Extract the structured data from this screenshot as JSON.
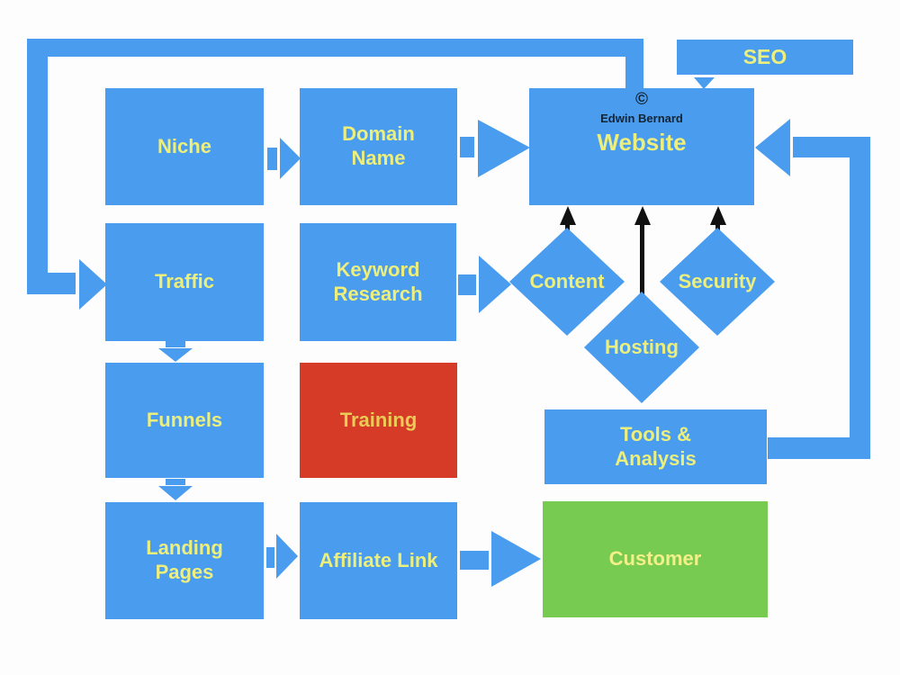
{
  "nodes": {
    "niche": {
      "label": "Niche"
    },
    "domain_name": {
      "label": "Domain Name"
    },
    "website": {
      "copyright": "©",
      "author": "Edwin Bernard",
      "label": "Website"
    },
    "seo": {
      "label": "SEO"
    },
    "traffic": {
      "label": "Traffic"
    },
    "keyword_research": {
      "label": "Keyword Research"
    },
    "content": {
      "label": "Content"
    },
    "hosting": {
      "label": "Hosting"
    },
    "security": {
      "label": "Security"
    },
    "funnels": {
      "label": "Funnels"
    },
    "training": {
      "label": "Training"
    },
    "tools_analysis": {
      "label": "Tools & Analysis"
    },
    "landing_pages": {
      "label": "Landing Pages"
    },
    "affiliate_link": {
      "label": "Affiliate Link"
    },
    "customer": {
      "label": "Customer"
    }
  },
  "colors": {
    "primary_blue": "#4a9cef",
    "training_red": "#d53b27",
    "customer_green": "#77cb50",
    "label_yellow": "#edef7c",
    "training_label_gold": "#ecca58",
    "customer_label_yellow": "#f3f08a",
    "annotation_dark": "#132433",
    "arrow_black": "#111111"
  }
}
